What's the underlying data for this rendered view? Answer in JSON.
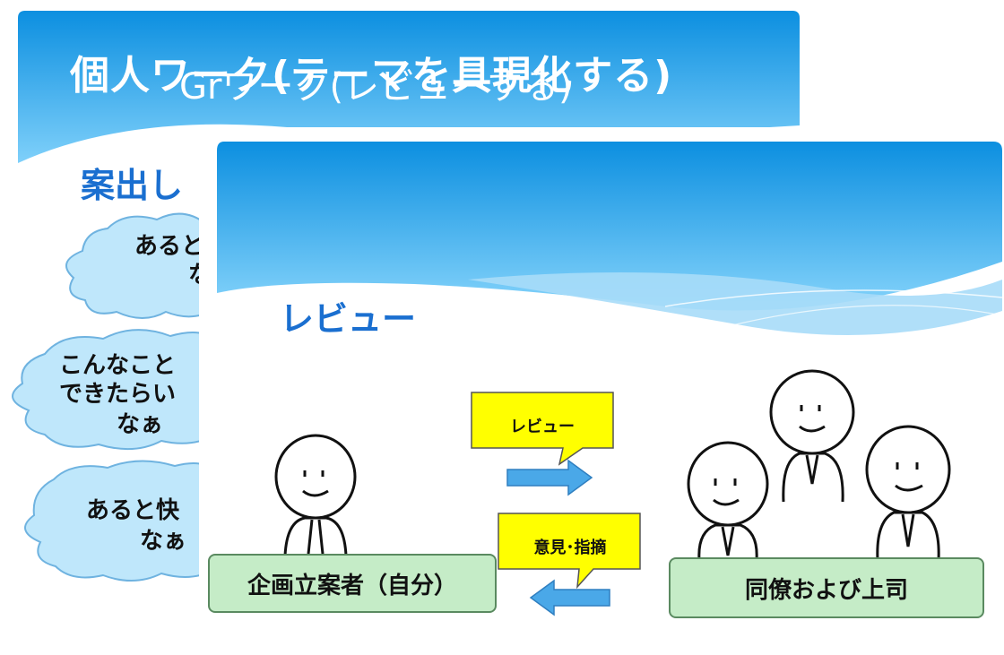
{
  "slide_back": {
    "title": "個人ワーク(テーマを具現化する)",
    "section": "案出し",
    "ideas": [
      {
        "line1": "あると",
        "line2": "な"
      },
      {
        "line1": "こんなこと",
        "line2": "できたらい",
        "line3": "なぁ"
      },
      {
        "line1": "あると快",
        "line2": "なぁ"
      }
    ]
  },
  "slide_front": {
    "title": "Grワーク(レビューする)",
    "section": "レビュー",
    "callout_review": "レビュー",
    "callout_feedback": "意見･指摘",
    "box_planner": "企画立案者（自分）",
    "box_peers": "同僚および上司"
  },
  "colors": {
    "header_top": "#0c8fe0",
    "header_bottom": "#7fd0fa",
    "subhead": "#1a6fd0",
    "callout_fill": "#ffff00",
    "box_fill": "#c5ecc7",
    "arrow_fill": "#4aa8e8"
  }
}
